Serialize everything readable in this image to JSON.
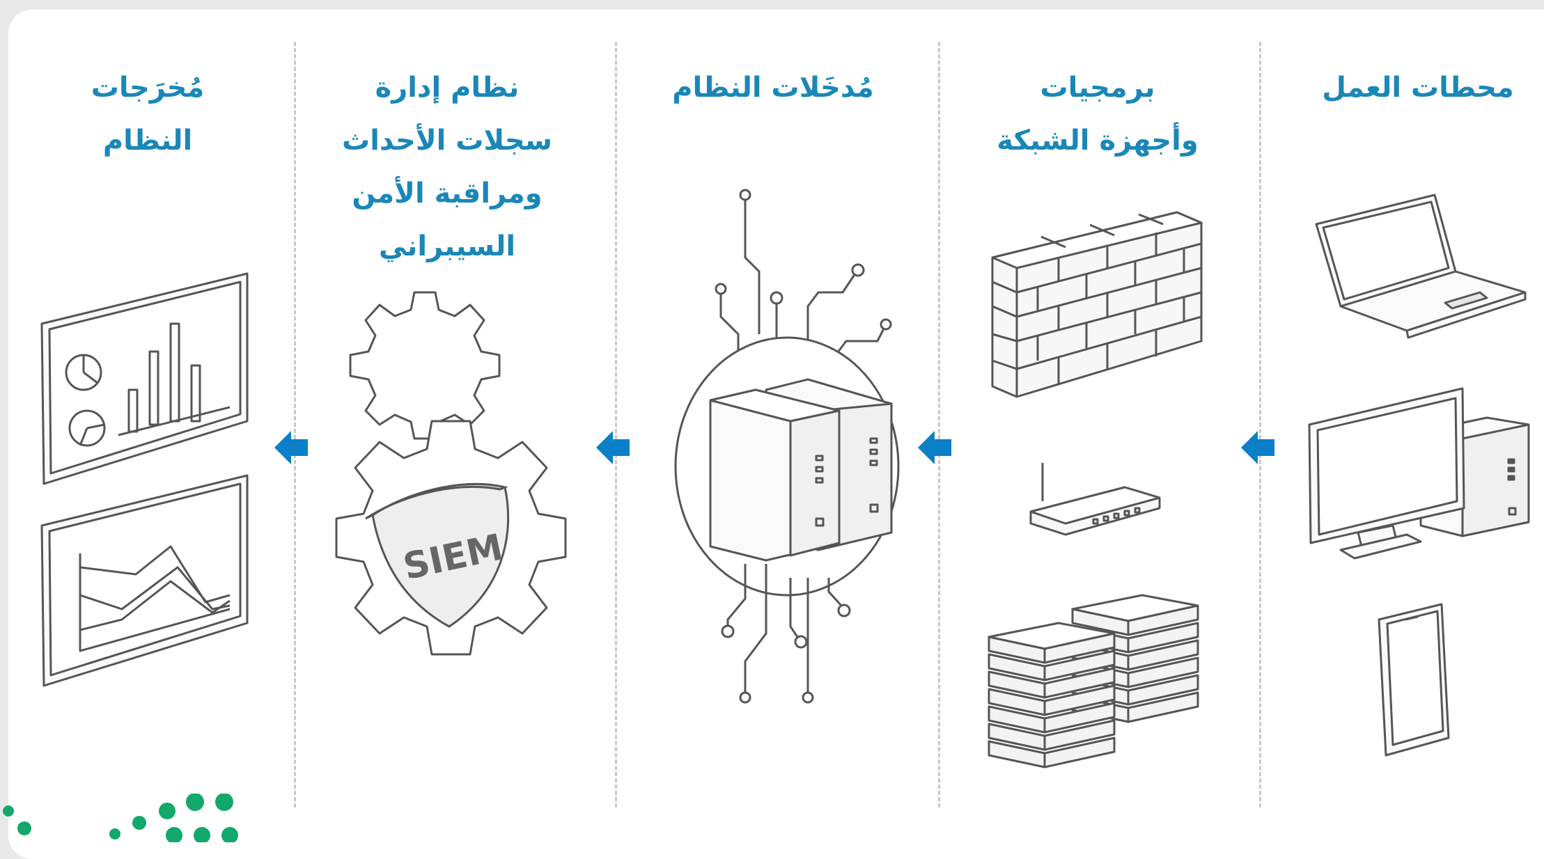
{
  "columns": [
    {
      "id": "workstations",
      "title_lines": [
        "محطات العمل"
      ]
    },
    {
      "id": "network",
      "title_lines": [
        "برمجيات",
        "وأجهزة الشبكة"
      ]
    },
    {
      "id": "inputs",
      "title_lines": [
        "مُدخَلات النظام"
      ]
    },
    {
      "id": "siem",
      "title_lines": [
        "نظام إدارة",
        "سجلات الأحداث",
        "ومراقبة الأمن",
        "السيبراني"
      ]
    },
    {
      "id": "outputs",
      "title_lines": [
        "مُخرَجات",
        "النظام"
      ]
    }
  ],
  "siem_label": "SIEM",
  "colors": {
    "accent": "#1a87b8",
    "arrow": "#0b7fc7",
    "line": "#555555",
    "logo": "#12a86b"
  },
  "icons": [
    "laptop-icon",
    "desktop-computer-icon",
    "tablet-icon",
    "firewall-icon",
    "router-icon",
    "server-rack-icon",
    "circuit-server-icon",
    "gear-icon",
    "siem-shield-icon",
    "pie-bar-dashboard-icon",
    "line-chart-icon"
  ]
}
